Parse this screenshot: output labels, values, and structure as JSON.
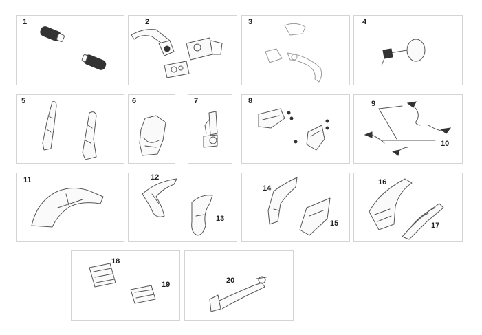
{
  "panels": [
    {
      "number": "1"
    },
    {
      "number": "2"
    },
    {
      "number": "3"
    },
    {
      "number": "4"
    },
    {
      "number": "5"
    },
    {
      "number": "6"
    },
    {
      "number": "7"
    },
    {
      "number": "8"
    },
    {
      "numbers": [
        "9",
        "10"
      ]
    },
    {
      "number": "11"
    },
    {
      "numbers": [
        "12",
        "13"
      ]
    },
    {
      "numbers": [
        "14",
        "15"
      ]
    },
    {
      "numbers": [
        "16",
        "17"
      ]
    },
    {
      "numbers": [
        "18",
        "19"
      ]
    },
    {
      "number": "20"
    }
  ]
}
